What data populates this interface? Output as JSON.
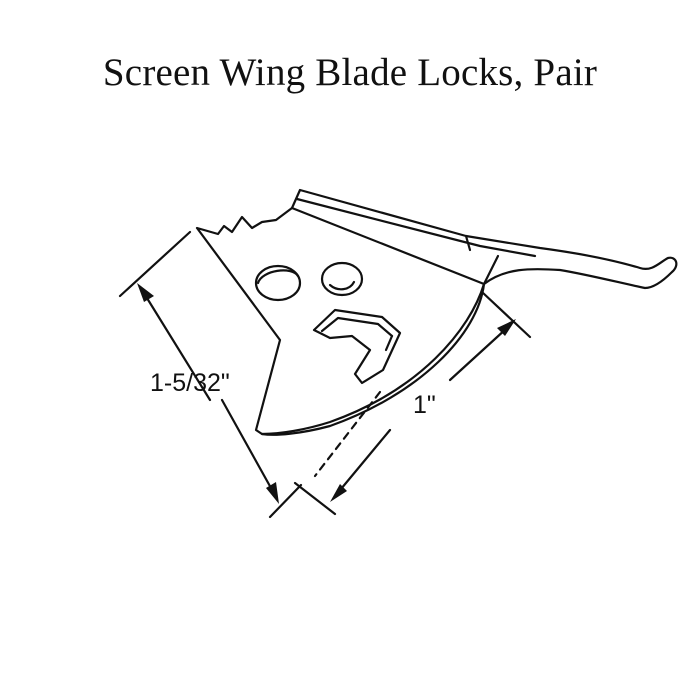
{
  "title": "Screen Wing Blade Locks, Pair",
  "dimensions": {
    "height_label": "1-5/32\"",
    "width_label": "1\""
  },
  "colors": {
    "line": "#111111",
    "background": "#ffffff"
  }
}
